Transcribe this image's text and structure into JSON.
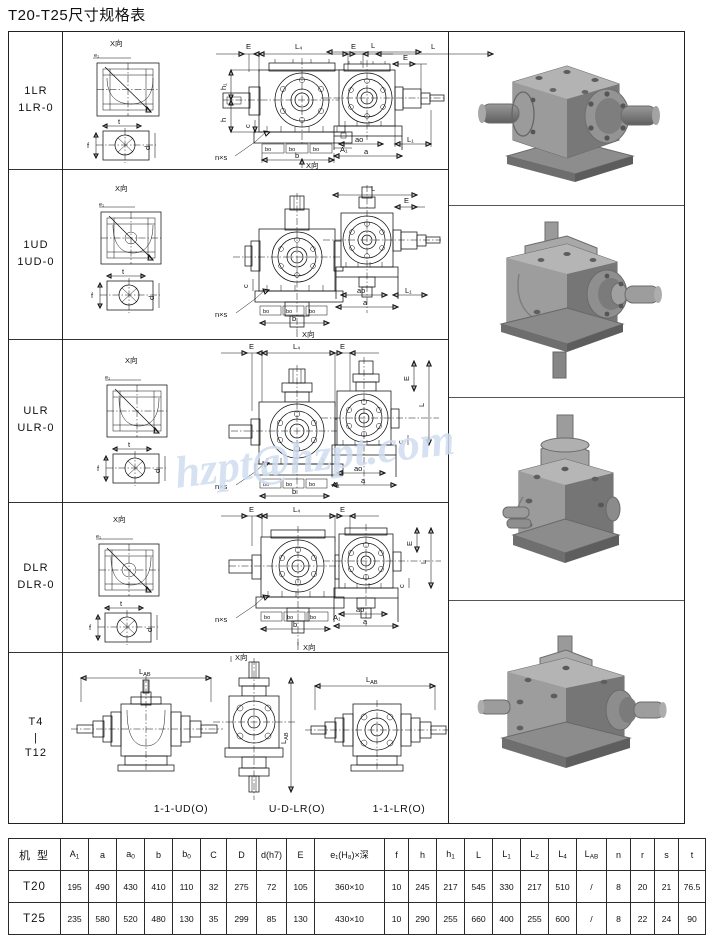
{
  "title": "T20-T25尺寸规格表",
  "watermark": "hzpt@hzpt.com",
  "rows": [
    {
      "line1": "1LR",
      "line2": "1LR-0"
    },
    {
      "line1": "1UD",
      "line2": "1UD-0"
    },
    {
      "line1": "ULR",
      "line2": "ULR-0"
    },
    {
      "line1": "DLR",
      "line2": "DLR-0"
    },
    {
      "line1": "T4",
      "sep": "|",
      "line2": "T12"
    }
  ],
  "captions": [
    "1-1-UD(O)",
    "U-D-LR(O)",
    "1-1-LR(O)"
  ],
  "drawing_labels": {
    "x_view": "X向",
    "e1": "e",
    "e1_sub": "1",
    "t": "t",
    "d": "d",
    "f": "f",
    "E": "E",
    "L4": "L",
    "L4_sub": "4",
    "h1": "h",
    "h1_sub": "1",
    "h": "h",
    "c": "c",
    "b0": "bo",
    "b": "b",
    "A1": "A",
    "A1_sub": "1",
    "ns": "n×s",
    "L": "L",
    "L1": "L",
    "L1_sub": "1",
    "a0": "ao",
    "a": "a",
    "LAB": "L",
    "LAB_sub": "AB"
  },
  "spec_table": {
    "headers": [
      {
        "text": "机 型",
        "sub": ""
      },
      {
        "text": "A",
        "sub": "1"
      },
      {
        "text": "a",
        "sub": ""
      },
      {
        "text": "a",
        "sub": "0"
      },
      {
        "text": "b",
        "sub": ""
      },
      {
        "text": "b",
        "sub": "0"
      },
      {
        "text": "C",
        "sub": ""
      },
      {
        "text": "D",
        "sub": ""
      },
      {
        "text": "d(h7)",
        "sub": ""
      },
      {
        "text": "E",
        "sub": ""
      },
      {
        "text": "e₁(H₈)×深",
        "sub": ""
      },
      {
        "text": "f",
        "sub": ""
      },
      {
        "text": "h",
        "sub": ""
      },
      {
        "text": "h",
        "sub": "1"
      },
      {
        "text": "L",
        "sub": ""
      },
      {
        "text": "L",
        "sub": "1"
      },
      {
        "text": "L",
        "sub": "2"
      },
      {
        "text": "L",
        "sub": "4"
      },
      {
        "text": "L",
        "sub": "AB"
      },
      {
        "text": "n",
        "sub": ""
      },
      {
        "text": "r",
        "sub": ""
      },
      {
        "text": "s",
        "sub": ""
      },
      {
        "text": "t",
        "sub": ""
      }
    ],
    "rows": [
      {
        "model": "T20",
        "values": [
          "195",
          "490",
          "430",
          "410",
          "110",
          "32",
          "275",
          "72",
          "105",
          "360×10",
          "10",
          "245",
          "217",
          "545",
          "330",
          "217",
          "510",
          "/",
          "8",
          "20",
          "21",
          "76.5"
        ]
      },
      {
        "model": "T25",
        "values": [
          "235",
          "580",
          "520",
          "480",
          "130",
          "35",
          "299",
          "85",
          "130",
          "430×10",
          "10",
          "290",
          "255",
          "660",
          "400",
          "255",
          "600",
          "/",
          "8",
          "22",
          "24",
          "90"
        ]
      }
    ]
  },
  "photos": [
    {
      "name": "gearbox-1lr-render",
      "variant": "horizontal-two-shaft"
    },
    {
      "name": "gearbox-1ud-render",
      "variant": "vertical-down-shaft"
    },
    {
      "name": "gearbox-ulr-render",
      "variant": "vertical-up-shaft"
    },
    {
      "name": "gearbox-t4-render",
      "variant": "block-multi-shaft"
    }
  ],
  "colors": {
    "line": "#111111",
    "frame": "#222222",
    "watermark": "#cfdcef",
    "photo_body": "#8a8a8a"
  }
}
